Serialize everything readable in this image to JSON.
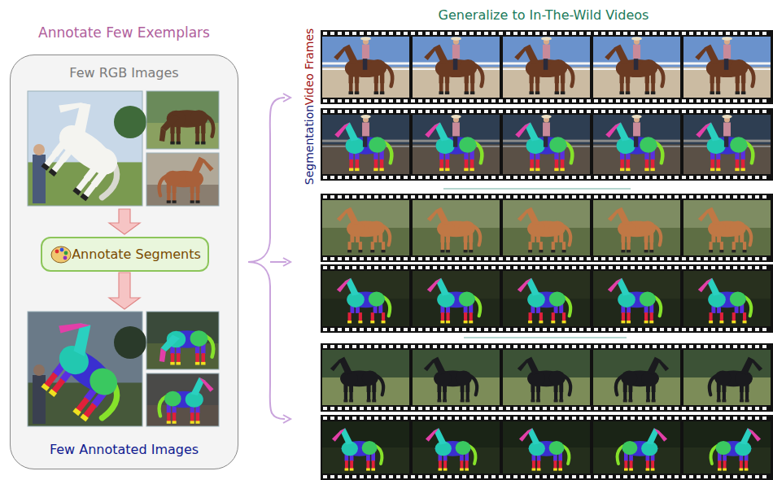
{
  "diagram": {
    "nodes": [
      {
        "text": [
          "Annotate Few Exemplars",
          "Few RGB Images",
          "Few Annotated Images"
        ]
      },
      {
        "text": [
          "Annotate Segments"
        ],
        "in": 0
      }
    ],
    "labels": [
      "Generalize to In-The-Wild Videos",
      "Video Frames",
      "Segmentation"
    ]
  }
}
